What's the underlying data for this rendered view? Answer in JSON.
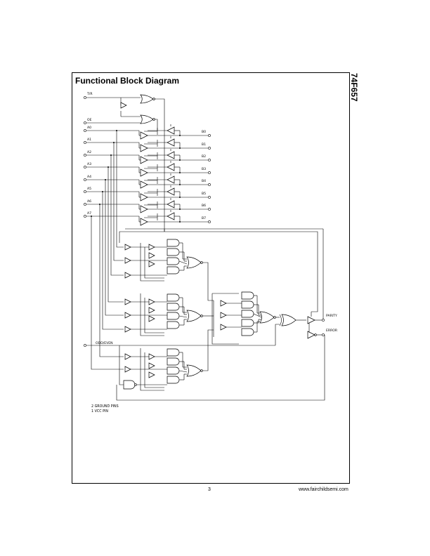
{
  "title": "Functional Block Diagram",
  "part_number": "74F657",
  "footer": {
    "page_number": "3",
    "website": "www.fairchildsemi.com"
  },
  "inputs": {
    "tr": "T/R",
    "oe": "OE",
    "a": [
      "A0",
      "A1",
      "A2",
      "A3",
      "A4",
      "A5",
      "A6",
      "A7"
    ],
    "odd_even": "ODD/EVEN"
  },
  "outputs": {
    "b": [
      "B0",
      "B1",
      "B2",
      "B3",
      "B4",
      "B5",
      "B6",
      "B7"
    ],
    "parity": "PARITY",
    "error": "ERROR"
  },
  "notes": [
    "2 GROUND PINS",
    "1 VCC PIN"
  ]
}
